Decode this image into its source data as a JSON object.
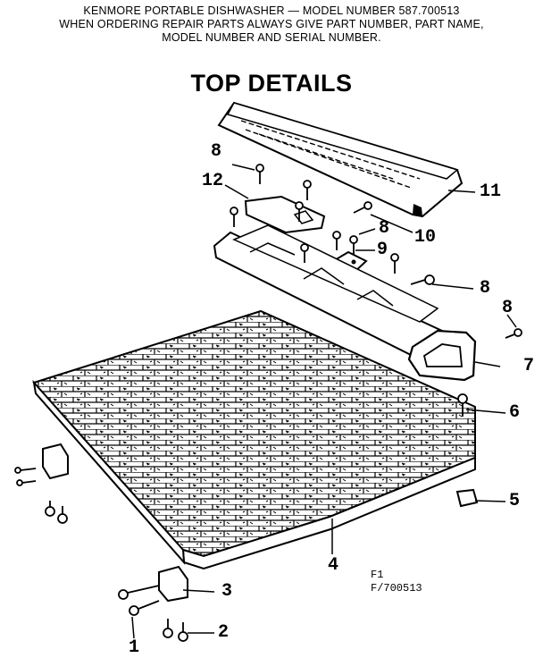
{
  "header": {
    "line1": "KENMORE PORTABLE DISHWASHER — MODEL NUMBER 587.700513",
    "line2": "WHEN ORDERING REPAIR PARTS ALWAYS GIVE PART NUMBER, PART NAME,",
    "line3": "MODEL NUMBER AND SERIAL NUMBER."
  },
  "title": "TOP DETAILS",
  "callouts": {
    "c1": "1",
    "c2": "2",
    "c3": "3",
    "c4": "4",
    "c5": "5",
    "c6": "6",
    "c7": "7",
    "c8a": "8",
    "c8b": "8",
    "c8c": "8",
    "c8d": "8",
    "c9": "9",
    "c10": "10",
    "c11": "11",
    "c12": "12"
  },
  "figure_ref": {
    "line1": "F1",
    "line2": "F/700513"
  }
}
